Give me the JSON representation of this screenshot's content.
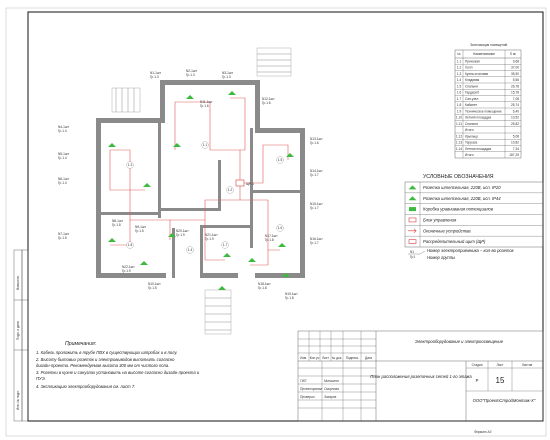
{
  "side_stamp": {
    "inv_label": "Взам.инв.",
    "sign_label": "Подп. и дата",
    "orig_label": "Инв. № подл."
  },
  "explication": {
    "title": "Экспликация помещений",
    "headers": [
      "№",
      "Наименование",
      "S м²"
    ],
    "rows": [
      [
        "1.1",
        "Прихожая",
        "9,68"
      ],
      [
        "1.2",
        "Холл",
        "37,00"
      ],
      [
        "1.3",
        "Кухня-столовая",
        "35,50"
      ],
      [
        "1.4",
        "Кладовая",
        "5,56"
      ],
      [
        "1.5",
        "Спальня",
        "26,78"
      ],
      [
        "1.6",
        "Гардероб",
        "15,78"
      ],
      [
        "1.7",
        "Сан.узел",
        "7,08"
      ],
      [
        "1.8",
        "Кабинет",
        "25,74"
      ],
      [
        "1.9",
        "Техническое помещение",
        "6,40"
      ],
      [
        "1.10",
        "Летняя площадка",
        "10,52"
      ],
      [
        "1.11",
        "Спальня",
        "25,82"
      ],
      [
        "",
        "Итого:",
        ""
      ],
      [
        "1.12",
        "Крыльцо",
        "5,08"
      ],
      [
        "1.13",
        "Терраса",
        "10,82"
      ],
      [
        "1.14",
        "Летняя площадка",
        "7,34"
      ],
      [
        "",
        "Итого:",
        "187,25"
      ]
    ]
  },
  "legend": {
    "title": "УСЛОВНЫЕ ОБОЗНАЧЕНИЯ",
    "items": [
      {
        "icon": "socket-ip20-icon",
        "color": "#3fb83f",
        "text": "Розетка штепсельная, 220В, исп. IP20"
      },
      {
        "icon": "socket-ip44-icon",
        "color": "#3fb83f",
        "text": "Розетка штепсельная, 220В, исп. IP44"
      },
      {
        "icon": "junction-box-icon",
        "color": "#3fb83f",
        "text": "Коробка уравнивания потенциалов"
      },
      {
        "icon": "control-unit-icon",
        "color": "#e05a5a",
        "text": "Блок управления"
      },
      {
        "icon": "end-device-icon",
        "color": "#e05a5a",
        "text": "Оконечные устройства"
      },
      {
        "icon": "distribution-panel-icon",
        "color": "#e05a5a",
        "text": "Распределительный щит (ЩР)"
      }
    ],
    "tag_line1": "Номер электроприемника – кол-во розеток",
    "tag_line2": "Номер группы",
    "tag_sample_top": "N1",
    "tag_sample_bottom": "Гр1"
  },
  "plan": {
    "panel_label": "ЩР-1",
    "room_numbers": [
      "1.1",
      "1.2",
      "1.3",
      "1.4",
      "1.5",
      "1.6",
      "1.7",
      "1.8",
      "1.9",
      "1.10",
      "1.11",
      "1.12",
      "1.13",
      "1.14"
    ],
    "tags": [
      [
        "N1-1шт",
        "Гр.1.3"
      ],
      [
        "N2-1шт",
        "Гр.1.3"
      ],
      [
        "N3-1шт",
        "Гр.1.3"
      ],
      [
        "N4-1шт",
        "Гр.1.4"
      ],
      [
        "N5-1шт",
        "Гр.1.4"
      ],
      [
        "N6-1шт",
        "Гр.1.4"
      ],
      [
        "N7-1шт",
        "Гр.1.5"
      ],
      [
        "N8-1шт",
        "Гр.1.5"
      ],
      [
        "N9-1шт",
        "Гр.1.5"
      ],
      [
        "N10-1шт",
        "Гр.1.5"
      ],
      [
        "N11-1шт",
        "Гр.1.6"
      ],
      [
        "N12-1шт",
        "Гр.1.6"
      ],
      [
        "N13-1шт",
        "Гр.1.6"
      ],
      [
        "N14-1шт",
        "Гр.1.7"
      ],
      [
        "N15-1шт",
        "Гр.1.7"
      ],
      [
        "N16-1шт",
        "Гр.1.7"
      ],
      [
        "N17-1шт",
        "Гр.1.8"
      ],
      [
        "N18-1шт",
        "Гр.1.8"
      ],
      [
        "N19-1шт",
        "Гр.1.8"
      ],
      [
        "N20-1шт",
        "Гр.1.9"
      ],
      [
        "N21-1шт",
        "Гр.1.9"
      ],
      [
        "N22-1шт",
        "Гр.1.9"
      ]
    ]
  },
  "notes": {
    "title": "Примечания:",
    "lines": [
      "1. Кабель проложить в трубе ПВХ в существующих штробах и в полу.",
      "2. Высоту бытовых розеток и электровыводов выполнить согласно",
      "дизайн-проекта. Рекомендуемая высота 300 мм от чистого пола.",
      "3. Розетки в кухне и санузлах установить на высоте согласно дизайн-проекта и",
      "ПУЭ.",
      "4. Экспликацию электрооборудования см. лист 7."
    ]
  },
  "title_block": {
    "col_headers": [
      "Изм.",
      "Кол.уч",
      "Лист",
      "№ док.",
      "Подпись",
      "Дата"
    ],
    "roles": [
      [
        "ГИП",
        "Михаилов"
      ],
      [
        "Проектировал",
        "Смирнова"
      ],
      [
        "Проверил",
        "Захаров"
      ]
    ],
    "project_title": "Электрооборудование и электроосвещение",
    "drawing_title": "План расположения розеточных сетей 1-го этажа",
    "stage_header": "Стадия",
    "sheet_header": "Лист",
    "sheets_header": "Листов",
    "stage": "Р",
    "sheet": "15",
    "sheets": "",
    "company": "ООО\"ПроектСтройМонтаж-Х\"",
    "format": "Формат А3"
  }
}
